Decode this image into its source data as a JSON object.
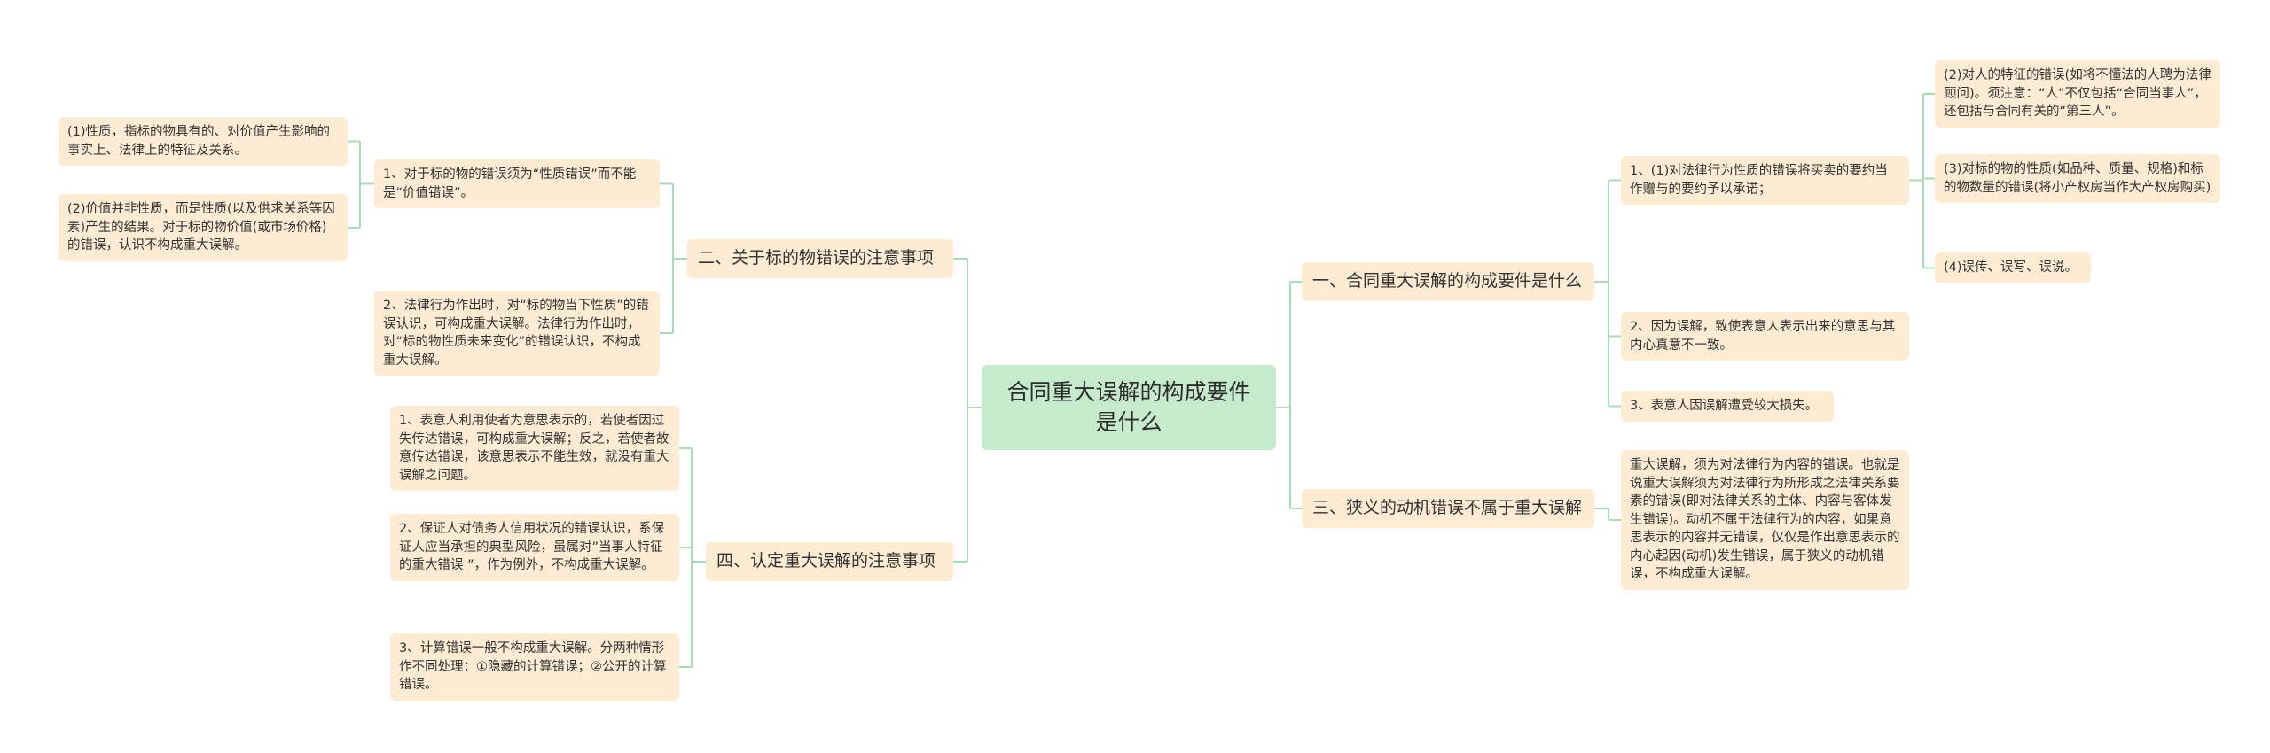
{
  "mindmap": {
    "root": "合同重大误解的构成要件是什么",
    "left": [
      {
        "label": "二、关于标的物错误的注意事项",
        "children": [
          {
            "label": "1、对于标的物的错误须为“性质错误”而不能是“价值错误”。",
            "children": [
              "(1)性质，指标的物具有的、对价值产生影响的事实上、法律上的特征及关系。",
              "(2)价值并非性质，而是性质(以及供求关系等因素)产生的结果。对于标的物价值(或市场价格)的错误，认识不构成重大误解。"
            ]
          },
          {
            "label": "2、法律行为作出时，对“标的物当下性质”的错误认识，可构成重大误解。法律行为作出时，对“标的物性质未来变化”的错误认识，不构成重大误解。"
          }
        ]
      },
      {
        "label": "四、认定重大误解的注意事项",
        "children": [
          {
            "label": "1、表意人利用使者为意思表示的，若使者因过失传达错误，可构成重大误解；反之，若使者故意传达错误，该意思表示不能生效，就没有重大误解之问题。"
          },
          {
            "label": "2、保证人对债务人信用状况的错误认识，系保证人应当承担的典型风险，虽属对”当事人特征的重大错误 ”，作为例外，不构成重大误解。"
          },
          {
            "label": "3、计算错误一般不构成重大误解。分两种情形作不同处理：①隐藏的计算错误；②公开的计算错误。"
          }
        ]
      }
    ],
    "right": [
      {
        "label": "一、合同重大误解的构成要件是什么",
        "children": [
          {
            "label": "1、(1)对法律行为性质的错误将买卖的要约当作赠与的要约予以承诺；",
            "children": [
              "(2)对人的特征的错误(如将不懂法的人聘为法律顾问)。须注意：“人”不仅包括“合同当事人”，还包括与合同有关的“第三人”。",
              "(3)对标的物的性质(如品种、质量、规格)和标的物数量的错误(将小产权房当作大产权房购买)",
              "(4)误传、误写、误说。"
            ]
          },
          {
            "label": "2、因为误解，致使表意人表示出来的意思与其内心真意不一致。"
          },
          {
            "label": "3、表意人因误解遭受较大损失。"
          }
        ]
      },
      {
        "label": "三、狭义的动机错误不属于重大误解",
        "children": [
          {
            "label": "重大误解，须为对法律行为内容的错误。也就是说重大误解须为对法律行为所形成之法律关系要素的错误(即对法律关系的主体、内容与客体发生错误)。动机不属于法律行为的内容，如果意思表示的内容并无错误，仅仅是作出意思表示的内心起因(动机)发生错误，属于狭义的动机错误，不构成重大误解。"
          }
        ]
      }
    ]
  },
  "colors": {
    "root_bg": "#c6ebcc",
    "node_bg": "#fdebd3",
    "link": "#a9dcb4"
  }
}
